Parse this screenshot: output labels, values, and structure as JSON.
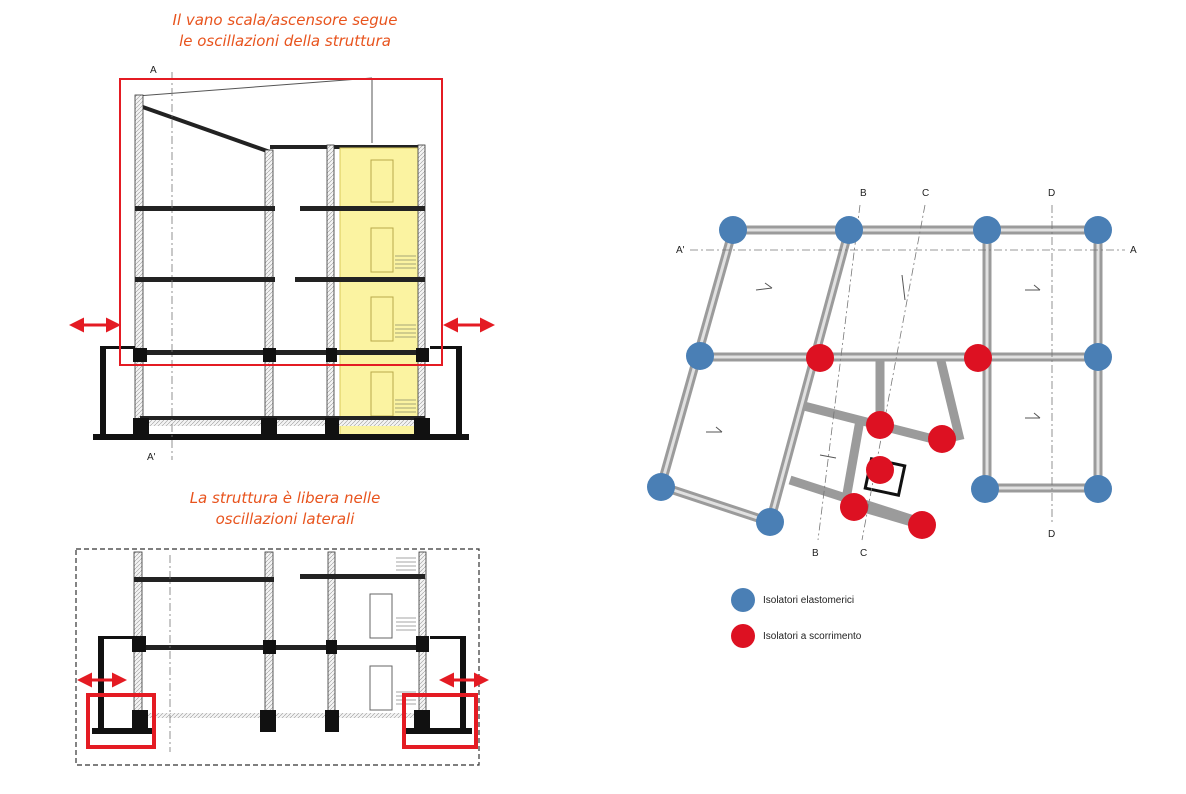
{
  "caption_top": {
    "line1": "Il vano scala/ascensore segue",
    "line2": "le oscillazioni della struttura"
  },
  "caption_bottom": {
    "line1": "La struttura è libera nelle",
    "line2": "oscillazioni laterali"
  },
  "section_marks": {
    "top_A": "A",
    "top_A_prime": "A'",
    "plan_A": "A",
    "plan_A_prime": "A'",
    "plan_B_top": "B",
    "plan_B_bottom": "B",
    "plan_C_top": "C",
    "plan_C_bottom": "C",
    "plan_D_top": "D",
    "plan_D_bottom": "D"
  },
  "legend": [
    {
      "label": "Isolatori elastomerici",
      "color": "#4a7fb5"
    },
    {
      "label": "Isolatori a scorrimento",
      "color": "#dd1122"
    }
  ],
  "colors": {
    "accent_red": "#e41b23",
    "caption_orange": "#e8541e",
    "stair_highlight": "#fbf3a1",
    "elastomeric": "#4a7fb5",
    "sliding": "#dd1122"
  }
}
